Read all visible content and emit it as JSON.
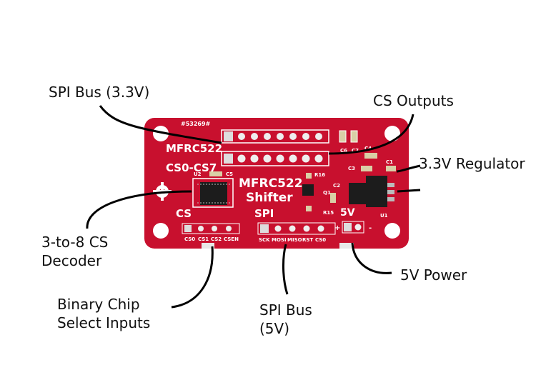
{
  "callouts": {
    "spi_bus_33": "SPI Bus (3.3V)",
    "cs_outputs": "CS Outputs",
    "regulator": "3.3V Regulator",
    "decoder_line1": "3-to-8 CS",
    "decoder_line2": "Decoder",
    "power_5v": "5V Power",
    "chip_select_line1": "Binary Chip",
    "chip_select_line2": "Select Inputs",
    "spi_bus_5v_line1": "SPI Bus",
    "spi_bus_5v_line2": "(5V)"
  },
  "board": {
    "color": "#c8102e",
    "part_number": "#53269#",
    "header_top_label": "MFRC522",
    "header_cs_label": "CS0-CS7",
    "title_line1": "MFRC522",
    "title_line2": "Shifter",
    "cs_label": "CS",
    "spi_label": "SPI",
    "voltage_label": "5V",
    "components": {
      "u1": "U1",
      "u2": "U2",
      "q1": "Q1",
      "r15": "R15",
      "r16": "R16",
      "c1": "C1",
      "c2": "C2",
      "c3": "C3",
      "c4": "C4",
      "c5": "C5",
      "c6": "C6",
      "c7": "C7"
    },
    "cs_pins": [
      "CS0",
      "CS1",
      "CS2",
      "CSEN"
    ],
    "spi_pins": [
      "SCK",
      "MOSI",
      "MISO",
      "RST",
      "CS0"
    ],
    "power_plus": "+",
    "power_minus": "-"
  }
}
